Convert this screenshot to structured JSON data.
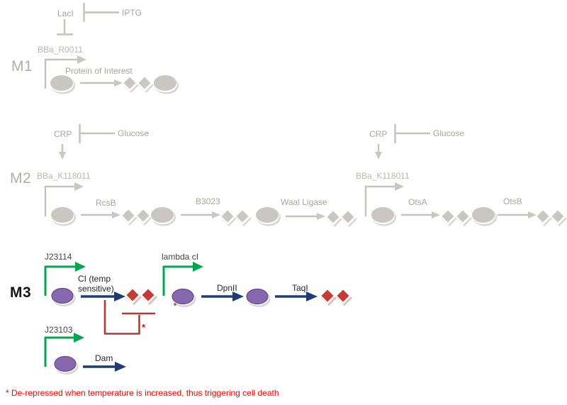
{
  "colors": {
    "grayline": "#c3c2bd",
    "graytext": "#a6a5a0",
    "graylight": "#b8b7b2",
    "graymodule": "#b0afaa",
    "grayshape": "#c8c7c2",
    "grayshadow": "#d7d6d1",
    "green": "#00a550",
    "navy": "#1e3d73",
    "purple": "#8568ad",
    "purpledark": "#5e4a90",
    "red": "#c23b35",
    "redshadow": "#e2b6b2",
    "redline": "#b23a36",
    "notered": "#ff0000",
    "darktext": "#454545",
    "black": "#161616"
  },
  "m1": {
    "label": "M1",
    "repressor": "LacI",
    "inducer": "IPTG",
    "promoter": "BBa_R0011",
    "product": "Protein of Interest"
  },
  "m2": {
    "label": "M2",
    "pathway1": {
      "activator": "CRP",
      "inhibitor": "Glucose",
      "promoter": "BBa_K118011",
      "enzymes": [
        "RcsB",
        "B3023",
        "Waal Ligase"
      ]
    },
    "pathway2": {
      "activator": "CRP",
      "inhibitor": "Glucose",
      "promoter": "BBa_K118011",
      "enzymes": [
        "OtsA",
        "OtsB"
      ]
    }
  },
  "m3": {
    "label": "M3",
    "promoter1": "J23114",
    "gene1_lines": [
      "CI (temp",
      "sensitive)"
    ],
    "promoter2": "lambda cI",
    "enzyme1": "DpnII",
    "enzyme2": "TaqI",
    "promoter3": "J23103",
    "enzyme3": "Dam",
    "asterisk": "*"
  },
  "footnote": "* De-repressed when temperature is increased, thus triggering cell death"
}
